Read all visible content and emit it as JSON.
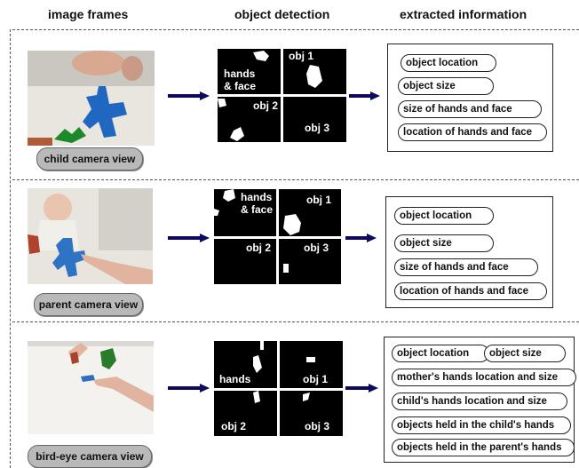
{
  "headers": {
    "image_frames": "image frames",
    "object_detection": "object detection",
    "extracted_information": "extracted information"
  },
  "rows": [
    {
      "camera_view": "child camera view",
      "detection_labels": {
        "hands_face": "hands\n& face",
        "obj1": "obj 1",
        "obj2": "obj 2",
        "obj3": "obj 3"
      },
      "info": [
        "object location",
        "object size",
        "size of hands and face",
        "location of hands and face"
      ]
    },
    {
      "camera_view": "parent camera view",
      "detection_labels": {
        "hands_face": "hands\n& face",
        "obj1": "obj 1",
        "obj2": "obj 2",
        "obj3": "obj 3"
      },
      "info": [
        "object location",
        "object size",
        "size of hands and face",
        "location of hands and face"
      ]
    },
    {
      "camera_view": "bird-eye camera view",
      "detection_labels": {
        "hands": "hands",
        "obj1": "obj 1",
        "obj2": "obj 2",
        "obj3": "obj 3"
      },
      "info": [
        "object location",
        "object size",
        "mother's hands location and size",
        "child's hands location and size",
        "objects held in the child's hands",
        "objects held in the parent's hands"
      ]
    }
  ],
  "colors": {
    "arrow": "#0d0a5e",
    "pill_gray": "#b9b9b9"
  }
}
